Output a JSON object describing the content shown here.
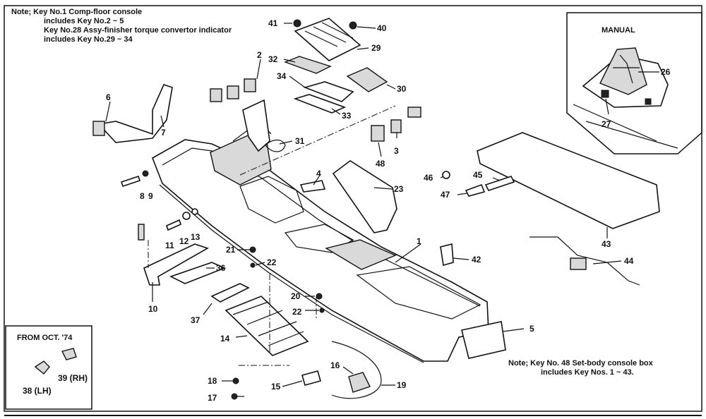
{
  "notes": {
    "top_left": [
      "Note; Key No.1 Comp-floor console",
      "includes Key No.2 ~ 5",
      "Key No.28 Assy-finisher torque convertor indicator",
      "includes Key No.29 ~ 34"
    ],
    "bottom_right": [
      "Note;  Key No. 48 Set-body console box",
      "includes Key Nos. 1 ~ 43."
    ]
  },
  "insets": {
    "manual_title": "MANUAL",
    "from_oct_title": "FROM OCT. '74"
  },
  "callouts": {
    "c1": "1",
    "c2": "2",
    "c3": "3",
    "c4": "4",
    "c5": "5",
    "c6": "6",
    "c7": "7",
    "c8": "8",
    "c9": "9",
    "c10": "10",
    "c11": "11",
    "c12": "12",
    "c13": "13",
    "c14": "14",
    "c15": "15",
    "c16": "16",
    "c17": "17",
    "c18": "18",
    "c19": "19",
    "c20": "20",
    "c21": "21",
    "c22a": "22",
    "c22b": "22",
    "c23": "23",
    "c26": "26",
    "c27": "27",
    "c29": "29",
    "c30": "30",
    "c31": "31",
    "c32": "32",
    "c33": "33",
    "c34": "34",
    "c36": "36",
    "c37": "37",
    "c38": "38 (LH)",
    "c39": "39 (RH)",
    "c40": "40",
    "c41": "41",
    "c42": "42",
    "c43": "43",
    "c44": "44",
    "c45": "45",
    "c46": "46",
    "c47": "47",
    "c48": "48"
  }
}
